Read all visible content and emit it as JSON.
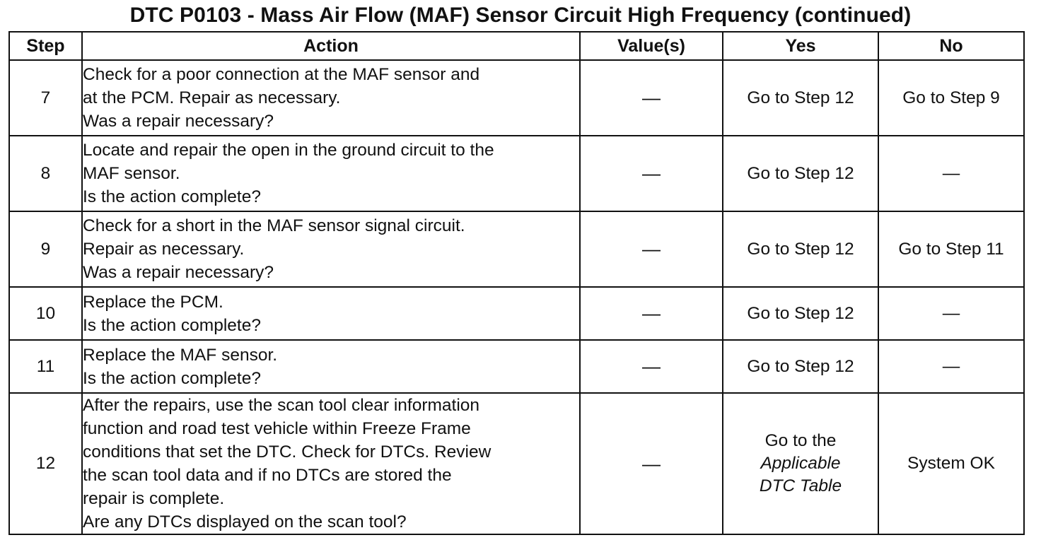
{
  "title": "DTC P0103 - Mass Air Flow (MAF) Sensor Circuit High Frequency (continued)",
  "headers": {
    "step": "Step",
    "action": "Action",
    "values": "Value(s)",
    "yes": "Yes",
    "no": "No"
  },
  "rows": [
    {
      "step": "7",
      "action": [
        "Check for a poor connection at the MAF sensor and",
        "at the PCM. Repair as necessary.",
        "Was a repair necessary?"
      ],
      "value": "—",
      "yes": [
        "Go to Step 12"
      ],
      "no": [
        "Go to Step 9"
      ]
    },
    {
      "step": "8",
      "action": [
        "Locate and repair the open in the ground circuit to the",
        "MAF sensor.",
        "Is the action complete?"
      ],
      "value": "—",
      "yes": [
        "Go to Step 12"
      ],
      "no": [
        "—"
      ]
    },
    {
      "step": "9",
      "action": [
        "Check for a short in the MAF sensor signal circuit.",
        "Repair as necessary.",
        "Was a repair necessary?"
      ],
      "value": "—",
      "yes": [
        "Go to Step 12"
      ],
      "no": [
        "Go to Step 11"
      ]
    },
    {
      "step": "10",
      "action": [
        "Replace the PCM.",
        "Is the action complete?"
      ],
      "value": "—",
      "yes": [
        "Go to Step 12"
      ],
      "no": [
        "—"
      ]
    },
    {
      "step": "11",
      "action": [
        "Replace the MAF sensor.",
        "Is the action complete?"
      ],
      "value": "—",
      "yes": [
        "Go to Step 12"
      ],
      "no": [
        "—"
      ]
    },
    {
      "step": "12",
      "action": [
        "After the repairs, use the scan tool clear information",
        "function and road test vehicle within Freeze Frame",
        "conditions that set the DTC. Check for DTCs. Review",
        "the scan tool data and if no DTCs are stored the",
        "repair is complete.",
        "Are any DTCs displayed on the scan tool?"
      ],
      "value": "—",
      "yes": [
        "Go to the",
        "Applicable",
        "DTC Table"
      ],
      "no": [
        "System OK"
      ]
    }
  ]
}
